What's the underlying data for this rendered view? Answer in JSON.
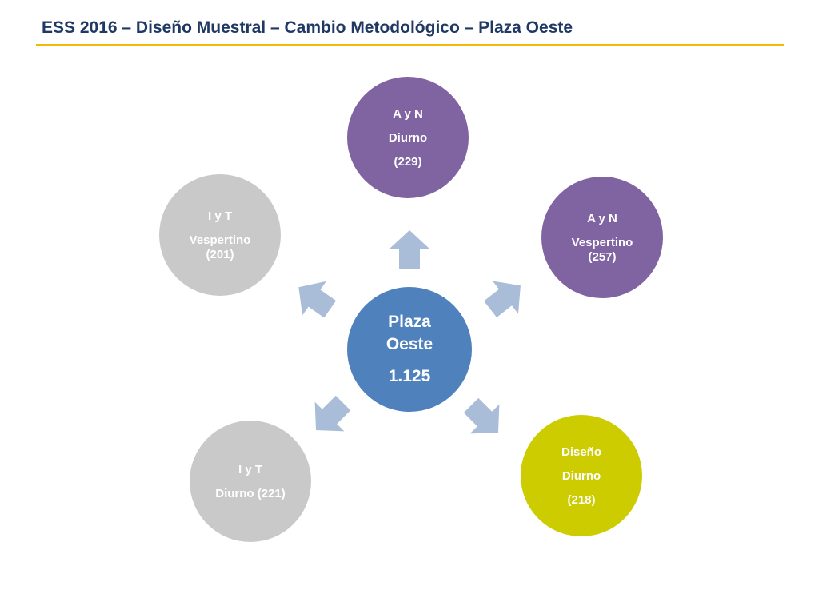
{
  "title": "ESS 2016 – Diseño Muestral – Cambio Metodológico – Plaza Oeste",
  "colors": {
    "title": "#1f3864",
    "rule": "#f2b90f",
    "center": "#4f81bd",
    "purple": "#8064a2",
    "gray": "#c9c9c9",
    "yellow": "#cccc00",
    "arrow": "#a9bcd8"
  },
  "center": {
    "line1": "Plaza",
    "line2": "Oeste",
    "line3": "1.125"
  },
  "nodes": {
    "ayn_diurno": {
      "line1": "A y N",
      "line2": "Diurno",
      "line3": "(229)"
    },
    "ayn_vespertino": {
      "line1": "A y N",
      "line2": "Vespertino",
      "line3": "(257)"
    },
    "diseno_diurno": {
      "line1": "Diseño",
      "line2": "Diurno",
      "line3": "(218)"
    },
    "iyt_diurno": {
      "line1": "I y T",
      "line2": "Diurno (221)"
    },
    "iyt_vespertino": {
      "line1": "I y T",
      "line2": "Vespertino",
      "line3": "(201)"
    }
  }
}
